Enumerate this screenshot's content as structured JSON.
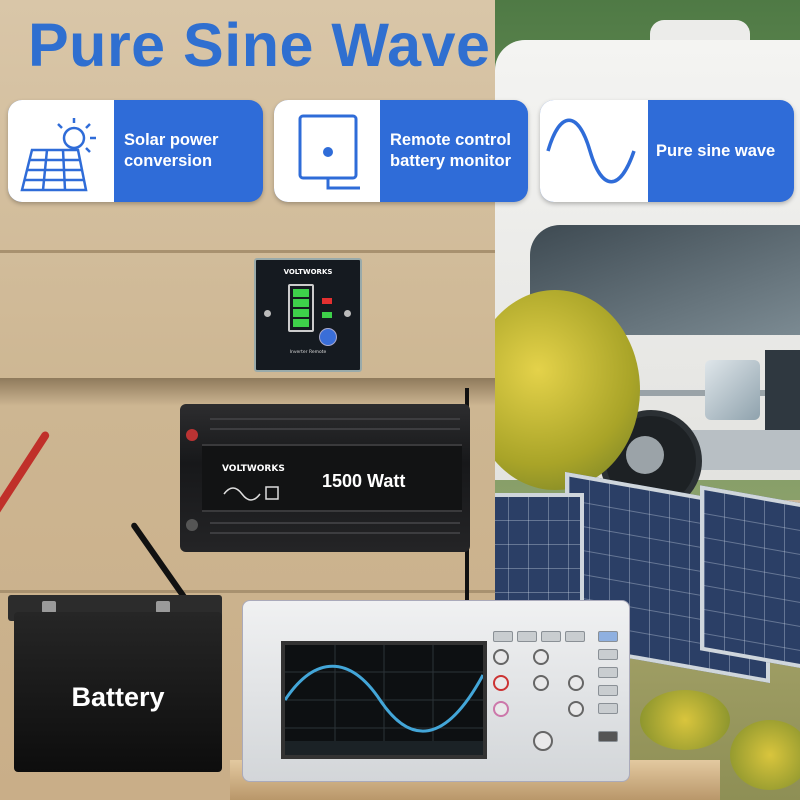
{
  "header": {
    "title": "Pure Sine Wave"
  },
  "features": [
    {
      "label_line1": "Solar power",
      "label_line2": "conversion",
      "icon": "solar-panel-icon"
    },
    {
      "label_line1": "Remote control",
      "label_line2": "battery monitor",
      "icon": "remote-control-icon"
    },
    {
      "label_line1": "Pure sine wave",
      "label_line2": "",
      "icon": "sine-wave-icon"
    }
  ],
  "remote": {
    "brand": "VOLTWORKS",
    "label": "Inverter Remote"
  },
  "inverter": {
    "brand": "VOLTWORKS",
    "wattage": "1500 Watt"
  },
  "battery": {
    "label": "Battery"
  },
  "colors": {
    "accent": "#2f6fd0",
    "feature_bg": "#2f6cd8",
    "sine_wave": "#43a6d8"
  }
}
